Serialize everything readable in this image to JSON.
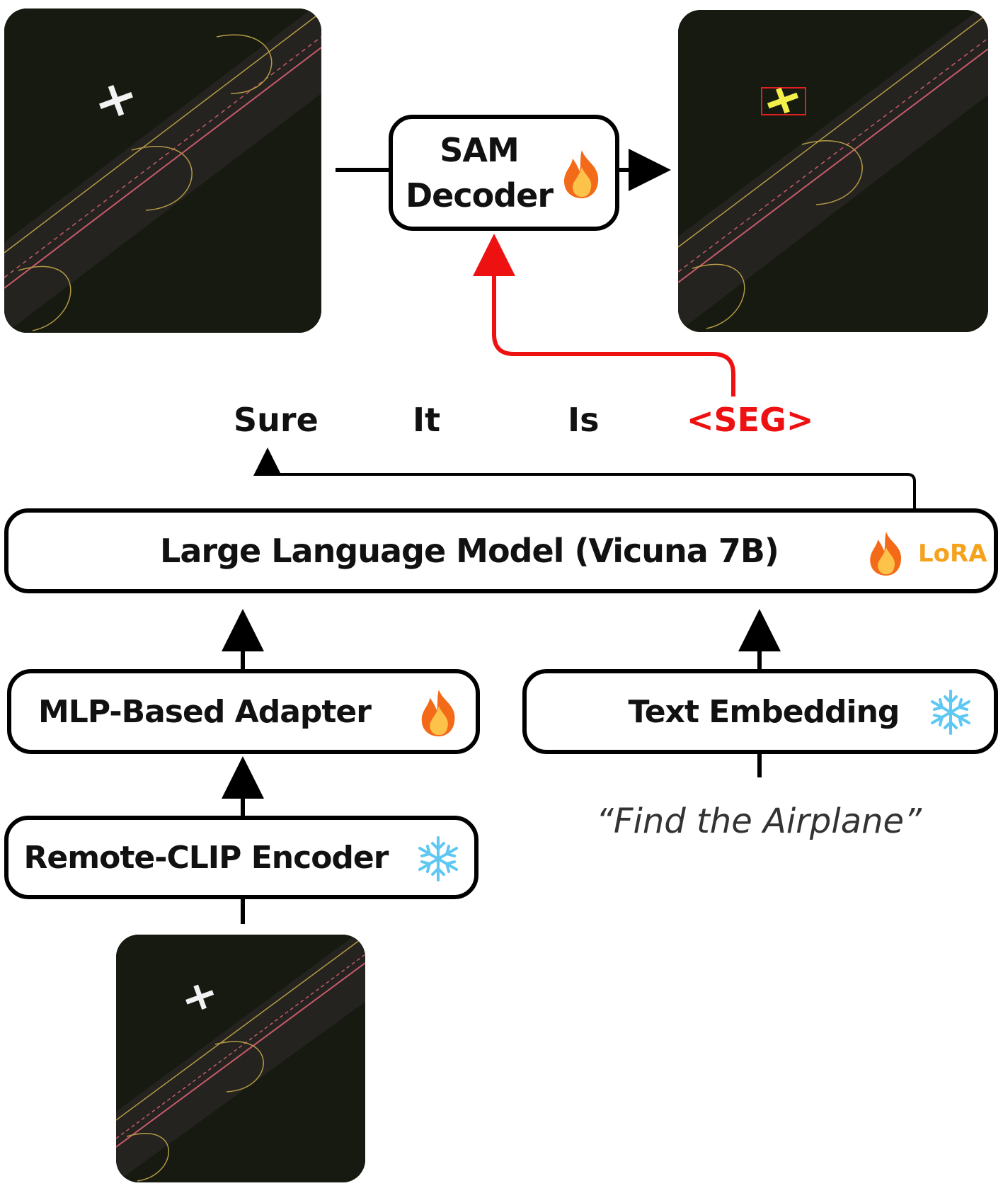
{
  "colors": {
    "accent_red": "#ee1111",
    "lora_orange": "#f5a21f",
    "ice_blue": "#5ec8f2",
    "dark_bg": "#161a10"
  },
  "sam_decoder": {
    "line1": "SAM",
    "line2": "Decoder",
    "icon": "fire-icon"
  },
  "tokens": [
    "Sure",
    "It",
    "Is",
    "<SEG>"
  ],
  "llm": {
    "label": "Large Language Model (Vicuna 7B)",
    "icon": "fire-icon",
    "badge": "LoRA"
  },
  "adapter": {
    "label": "MLP-Based Adapter",
    "icon": "fire-icon"
  },
  "text_embedding": {
    "label": "Text Embedding",
    "icon": "snowflake-icon"
  },
  "encoder": {
    "label": "Remote-CLIP Encoder",
    "icon": "snowflake-icon"
  },
  "prompt": {
    "text": "“Find the Airplane”"
  }
}
